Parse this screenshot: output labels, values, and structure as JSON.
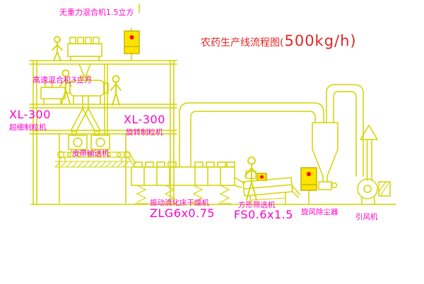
{
  "title": {
    "prefix": "农药生产线流程图(",
    "capacity": "500kg/h)"
  },
  "labels": {
    "gravity_mixer": "无重力混合机1.5立方",
    "high_speed_mixer": "高速混合机3立方",
    "granulator_left_model": "XL-300",
    "granulator_left_name": "超细制粒机",
    "granulator_right_model": "XL-300",
    "granulator_right_name": "旋转制粒机",
    "belt_conveyor": "皮带输送机",
    "dryer_name": "振动流化床干燥机",
    "dryer_model": "ZLG6x0.75",
    "sieve_name": "方形筛选机",
    "sieve_model": "FS0.6x1.5",
    "cyclone": "旋风除尘器",
    "fan": "引风机"
  },
  "colors": {
    "line": "#d4d400",
    "label_magenta": "#ff00cc",
    "title_red": "#e02525",
    "cabinet_fill": "#ffe400",
    "indicator_red": "#ff0000",
    "background": "#ffffff"
  }
}
